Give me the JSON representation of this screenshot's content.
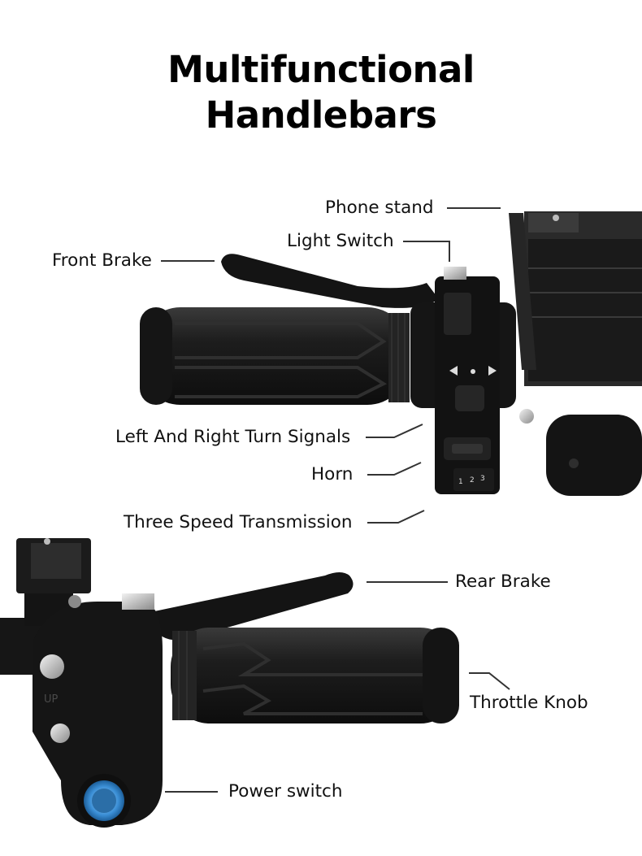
{
  "title": {
    "line1": "Multifunctional",
    "line2": "Handlebars"
  },
  "callouts": {
    "phone_stand": "Phone stand",
    "light_switch": "Light Switch",
    "front_brake": "Front Brake",
    "turn_signals": "Left And Right Turn Signals",
    "horn": "Horn",
    "three_speed": "Three Speed Transmission",
    "rear_brake": "Rear Brake",
    "throttle_knob": "Throttle Knob",
    "power_switch": "Power switch"
  },
  "product_markings": {
    "gear_numbers": [
      "1",
      "2",
      "3"
    ],
    "up": "UP"
  },
  "colors": {
    "background": "#ffffff",
    "rubber": "#1c1c1c",
    "plastic": "#111111",
    "metal": "#c8c8c8",
    "power_ring": "#3b8fd6",
    "leader_line": "#333333"
  }
}
